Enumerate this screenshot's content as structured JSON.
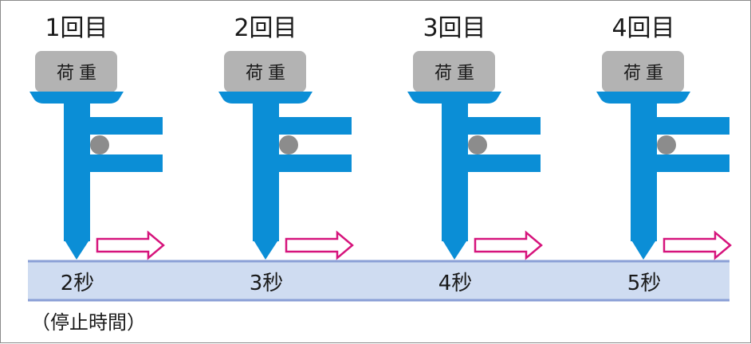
{
  "rounds": [
    {
      "label": "1回目",
      "load_label": "荷重",
      "time_label": "2秒"
    },
    {
      "label": "2回目",
      "load_label": "荷重",
      "time_label": "3秒"
    },
    {
      "label": "3回目",
      "load_label": "荷重",
      "time_label": "4秒"
    },
    {
      "label": "4回目",
      "load_label": "荷重",
      "time_label": "5秒"
    }
  ],
  "note": "（停止時間）",
  "colors": {
    "probe_blue": "#0b8ed6",
    "weight_gray": "#b3b3b3",
    "pivot_gray": "#8c8c8c",
    "arrow_magenta": "#d6147c",
    "surface_fill": "#cfdcf1",
    "surface_line": "#8a9fd6"
  }
}
